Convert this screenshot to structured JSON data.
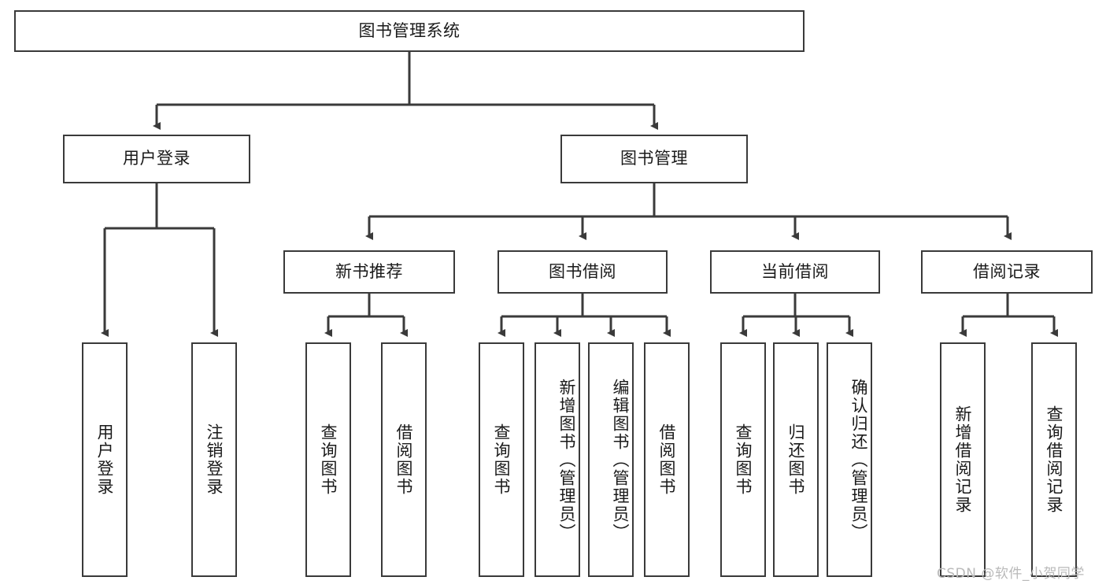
{
  "diagram": {
    "title": "图书管理系统",
    "type": "tree-hierarchy",
    "watermark": "CSDN @软件_小贺同学",
    "colors": {
      "box_border": "#3a3a3a",
      "box_fill": "#ffffff",
      "edge": "#3a3a3a",
      "text": "#1a1a1a",
      "watermark": "#b9b9b9"
    },
    "nodes": {
      "root": {
        "label": "图书管理系统"
      },
      "level2": [
        {
          "id": "user-login",
          "label": "用户登录"
        },
        {
          "id": "book-manage",
          "label": "图书管理"
        }
      ],
      "level3": [
        {
          "id": "new-book-recommend",
          "label": "新书推荐"
        },
        {
          "id": "book-borrow",
          "label": "图书借阅"
        },
        {
          "id": "current-borrow",
          "label": "当前借阅"
        },
        {
          "id": "borrow-record",
          "label": "借阅记录"
        }
      ],
      "leaves": {
        "user_login": [
          {
            "id": "leaf-user-login",
            "label": "用户登录"
          },
          {
            "id": "leaf-logout-login",
            "label": "注销登录"
          }
        ],
        "new_book_recommend": [
          {
            "id": "leaf-query-book-1",
            "label": "查询图书"
          },
          {
            "id": "leaf-borrow-book-1",
            "label": "借阅图书"
          }
        ],
        "book_borrow": [
          {
            "id": "leaf-query-book-2",
            "label": "查询图书"
          },
          {
            "id": "leaf-add-book",
            "label": "新增图书（管理员）"
          },
          {
            "id": "leaf-edit-book",
            "label": "编辑图书（管理员）"
          },
          {
            "id": "leaf-borrow-book-2",
            "label": "借阅图书"
          }
        ],
        "current_borrow": [
          {
            "id": "leaf-query-book-3",
            "label": "查询图书"
          },
          {
            "id": "leaf-return-book",
            "label": "归还图书"
          },
          {
            "id": "leaf-confirm-return",
            "label": "确认归还（管理员）"
          }
        ],
        "borrow_record": [
          {
            "id": "leaf-add-record",
            "label": "新增借阅记录"
          },
          {
            "id": "leaf-query-record",
            "label": "查询借阅记录"
          }
        ]
      }
    }
  }
}
